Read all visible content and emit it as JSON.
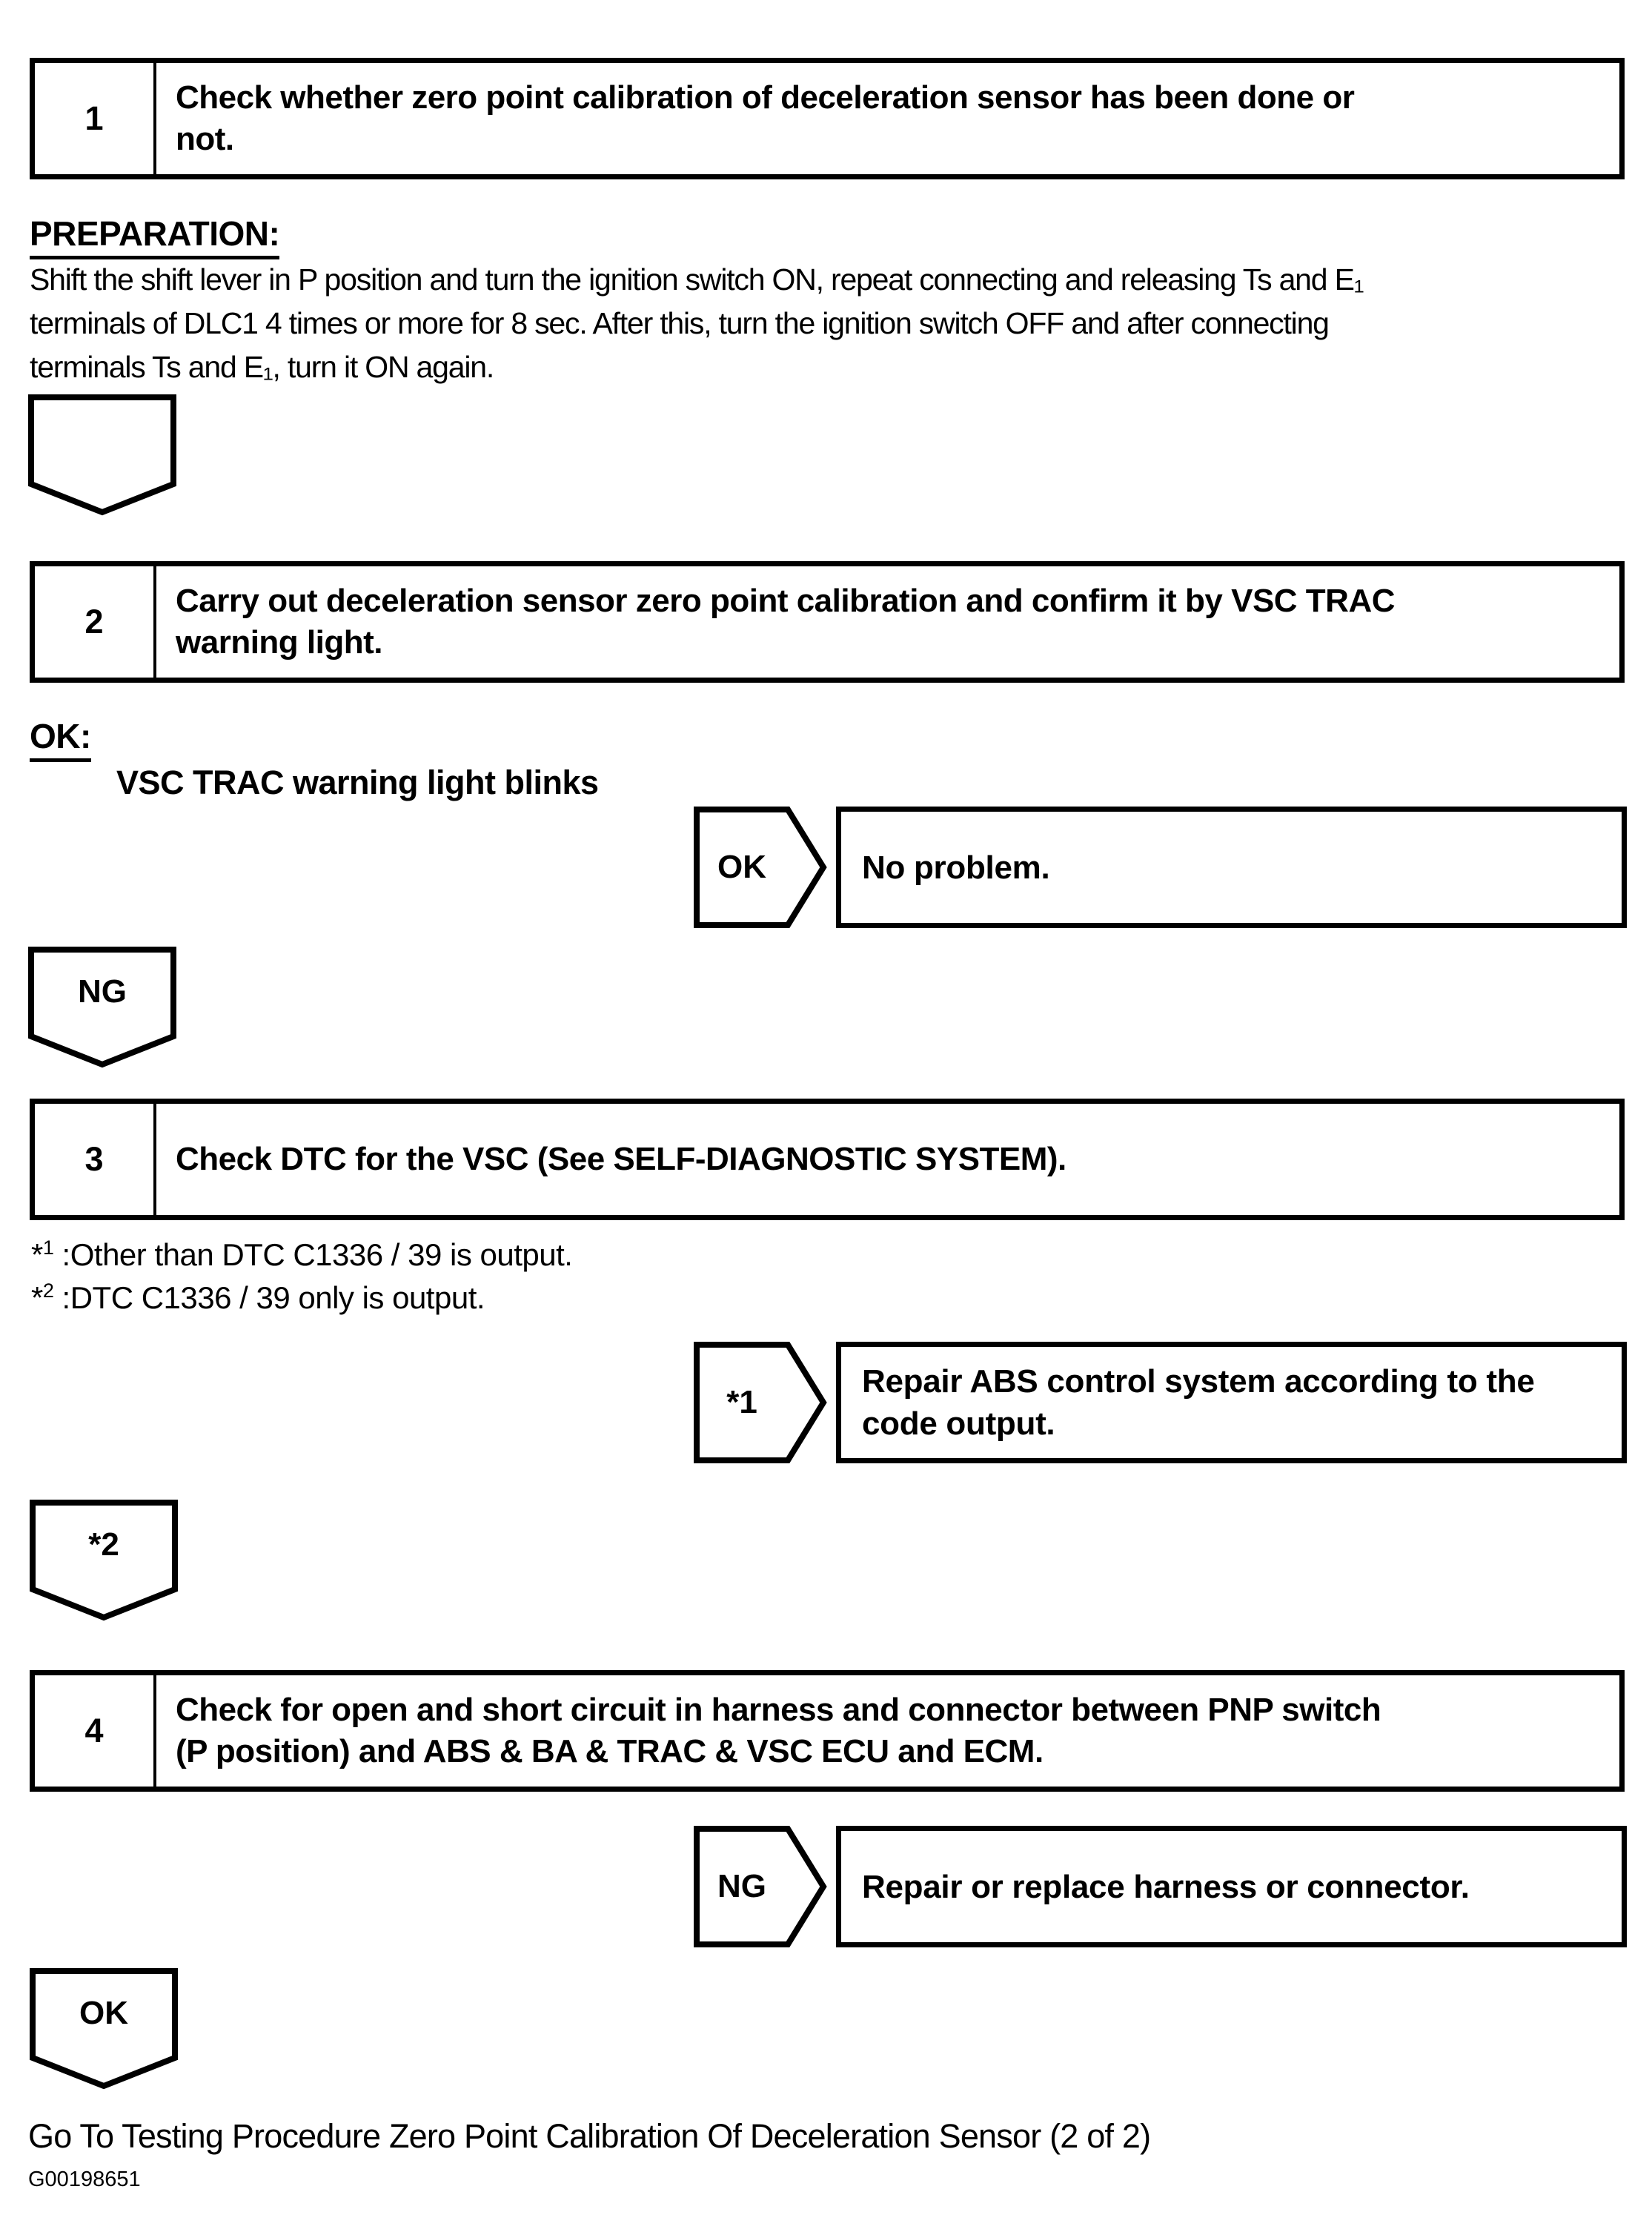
{
  "page": {
    "background": "#ffffff",
    "ink": "#000000"
  },
  "steps": [
    {
      "number": "1",
      "title": "Check whether zero point calibration of deceleration sensor has been done or\nnot."
    },
    {
      "number": "2",
      "title": "Carry out deceleration sensor zero point calibration and confirm it by VSC TRAC\nwarning light."
    },
    {
      "number": "3",
      "title": "Check DTC for the VSC (See SELF-DIAGNOSTIC SYSTEM)."
    },
    {
      "number": "4",
      "title": "Check for open and short circuit in harness and connector between PNP switch\n(P position) and ABS & BA & TRAC & VSC ECU and ECM."
    }
  ],
  "preparation": {
    "heading": "PREPARATION:",
    "body": "Shift the shift lever in P position and turn the ignition switch ON, repeat connecting and releasing Ts and E₁\nterminals of DLC1 4 times or more for 8 sec. After this, turn the ignition switch OFF and after connecting\nterminals Ts and E₁, turn it ON again."
  },
  "ok_section": {
    "heading": "OK:",
    "condition": "VSC TRAC warning light blinks"
  },
  "connectors": {
    "after_step1": "",
    "ng": "NG",
    "star2": "*2",
    "ok_bottom": "OK"
  },
  "branches": {
    "ok": {
      "label": "OK",
      "result": "No problem."
    },
    "star1": {
      "label": "*1",
      "result": "Repair ABS control system according to the\ncode output."
    },
    "ng": {
      "label": "NG",
      "result": "Repair or replace harness or connector."
    }
  },
  "notes": [
    {
      "star": "*",
      "sup": "1",
      "text": " :Other than DTC C1336 / 39 is output."
    },
    {
      "star": "*",
      "sup": "2",
      "text": " :DTC C1336 / 39 only is output."
    }
  ],
  "footer": {
    "go_to": "Go To Testing Procedure Zero Point Calibration Of Deceleration Sensor (2 of 2)",
    "code": "G00198651"
  }
}
